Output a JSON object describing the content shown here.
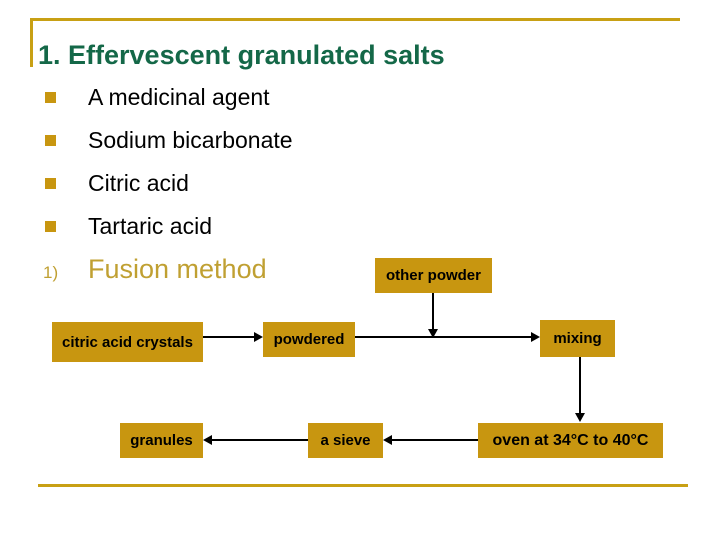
{
  "slide": {
    "title": "1. Effervescent granulated salts",
    "bullets": [
      "A medicinal agent",
      "Sodium bicarbonate",
      "Citric acid",
      "Tartaric acid"
    ],
    "numbered": {
      "marker": "1)",
      "label": "Fusion method"
    }
  },
  "flowchart": {
    "boxes": {
      "other_powder": "other powder",
      "citric_acid_crystals": "citric acid crystals",
      "powdered": "powdered",
      "mixing": "mixing",
      "granules": "granules",
      "sieve": "a sieve",
      "oven": "oven at 34°C to 40°C"
    }
  },
  "colors": {
    "title_green": "#146848",
    "gold_fill": "#C89610",
    "gold_line": "#C8A014",
    "fusion_text_gold": "#C0A032",
    "arrow_black": "#000000",
    "background": "#FFFFFF"
  }
}
